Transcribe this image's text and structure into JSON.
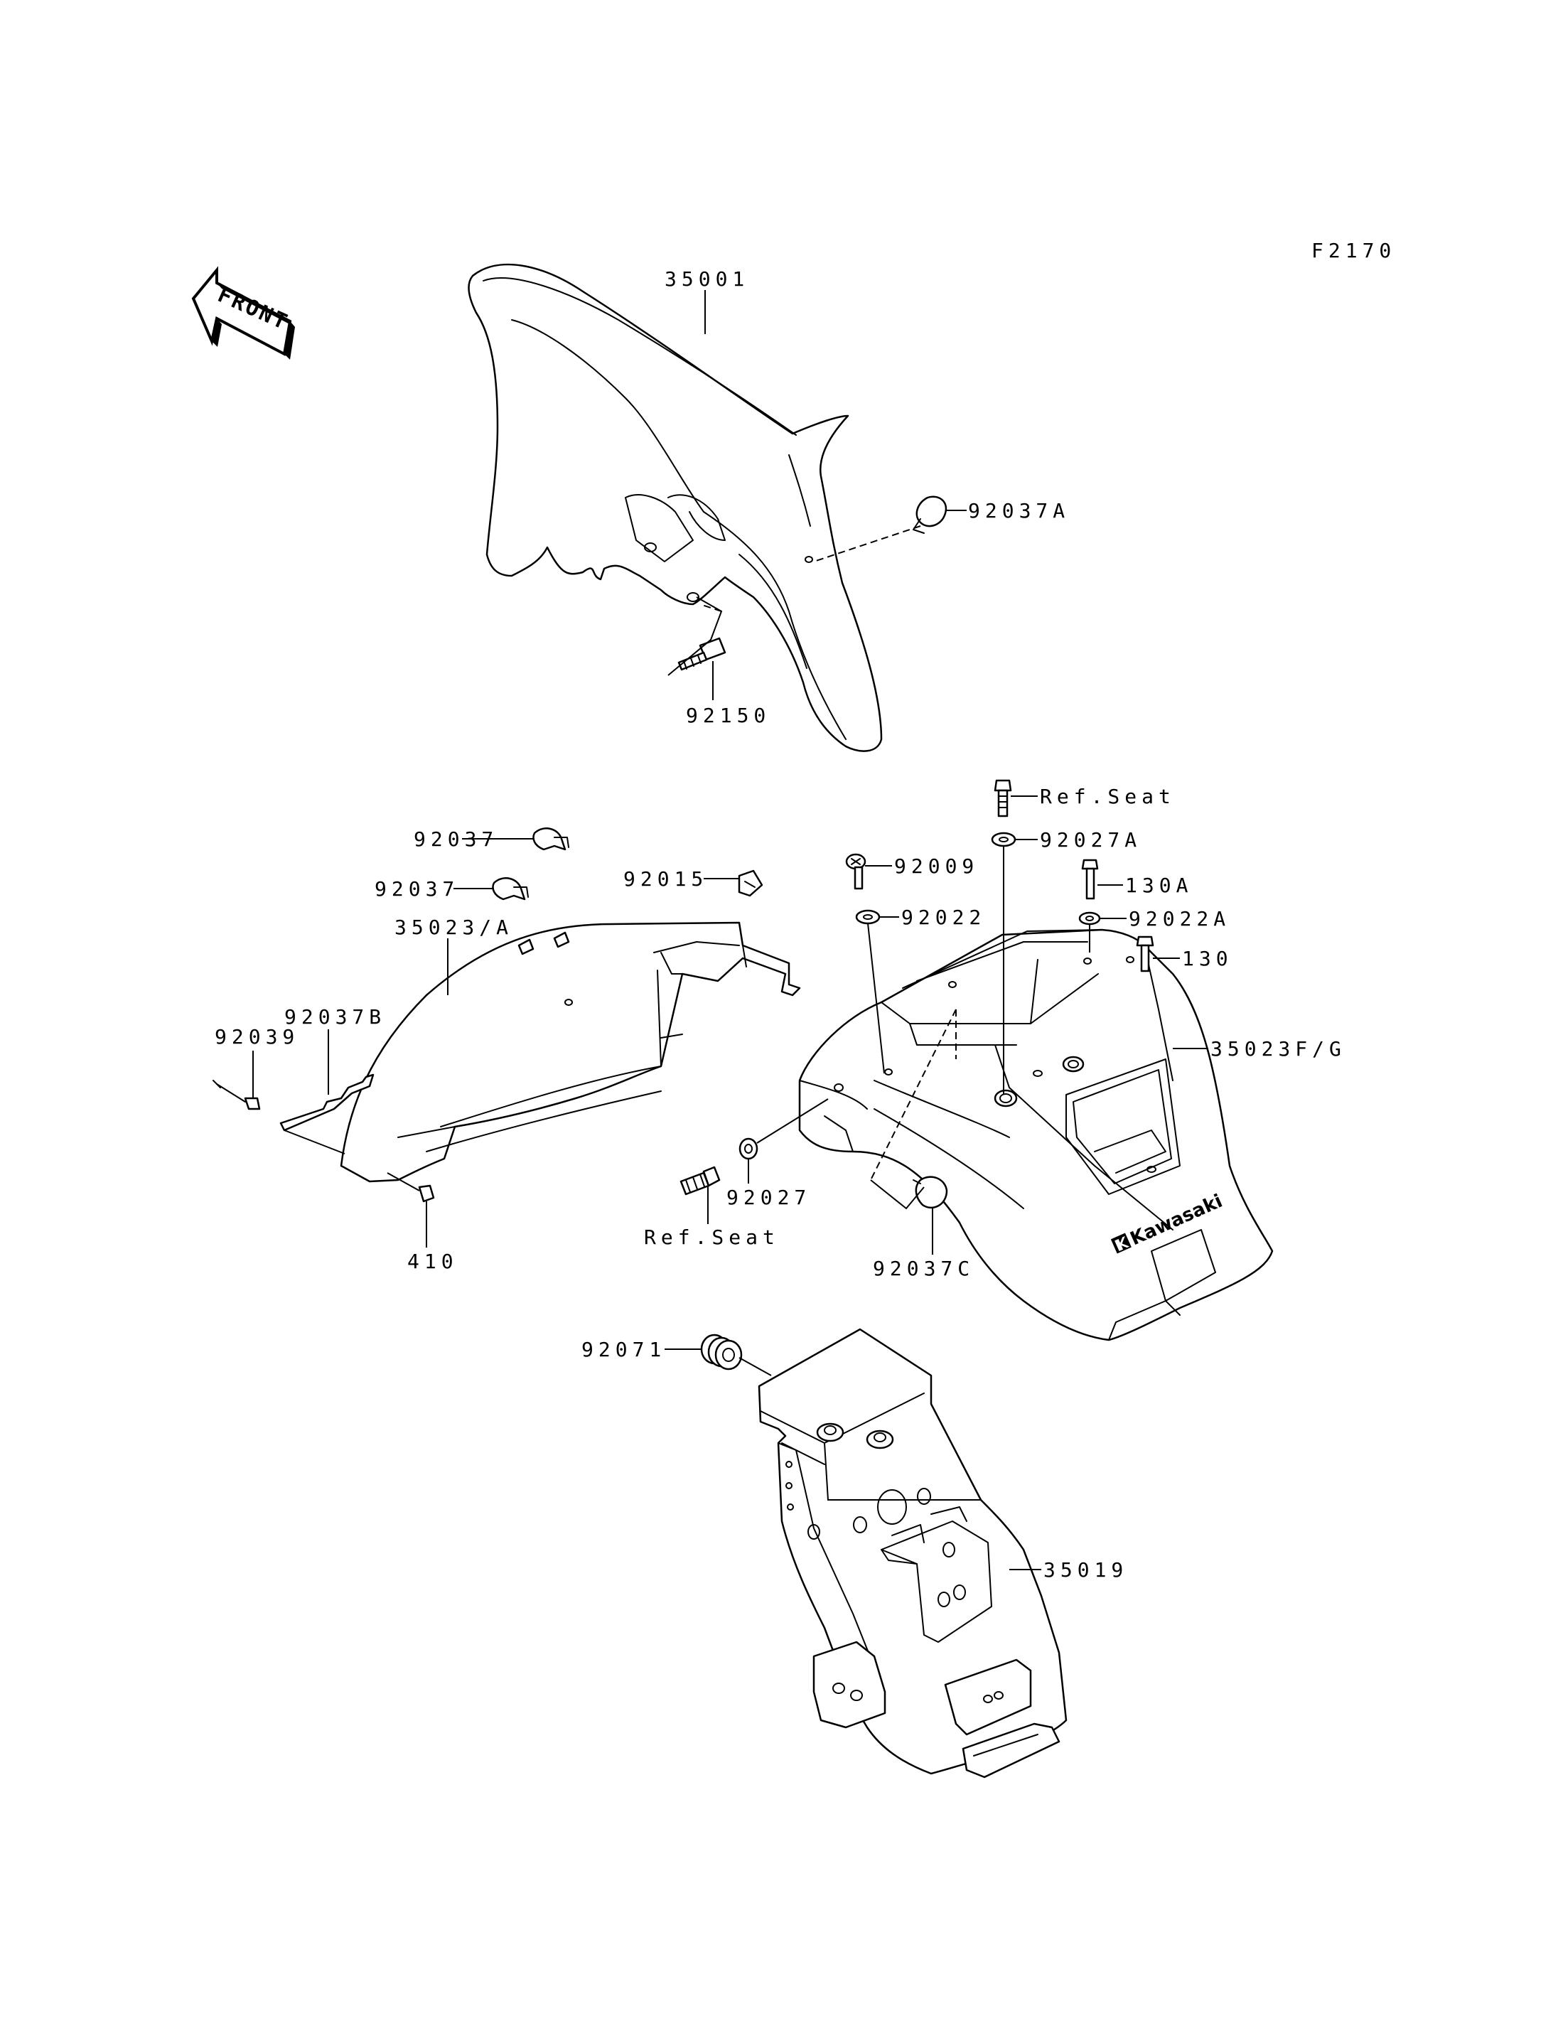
{
  "figure": {
    "code": "F2170"
  },
  "front_badge": {
    "text": "FRONT"
  },
  "brand": {
    "logo": "Kawasaki"
  },
  "callouts": {
    "c35001": "35001",
    "c92037A": "92037A",
    "c92150": "92150",
    "cRefSeatTop": "Ref.Seat",
    "c92027A": "92027A",
    "c92009": "92009",
    "c130A": "130A",
    "c92022": "92022",
    "c92022A": "92022A",
    "c130": "130",
    "c35023FG": "35023F/G",
    "c92037a": "92037",
    "c92037b": "92037",
    "c92015": "92015",
    "c35023A": "35023/A",
    "c92037B": "92037B",
    "c92039": "92039",
    "c410": "410",
    "c92027": "92027",
    "cRefSeatBottom": "Ref.Seat",
    "c92037C": "92037C",
    "c92071": "92071",
    "c35019": "35019"
  },
  "icons": [
    "front-arrow-icon",
    "kawasaki-logo-icon"
  ]
}
